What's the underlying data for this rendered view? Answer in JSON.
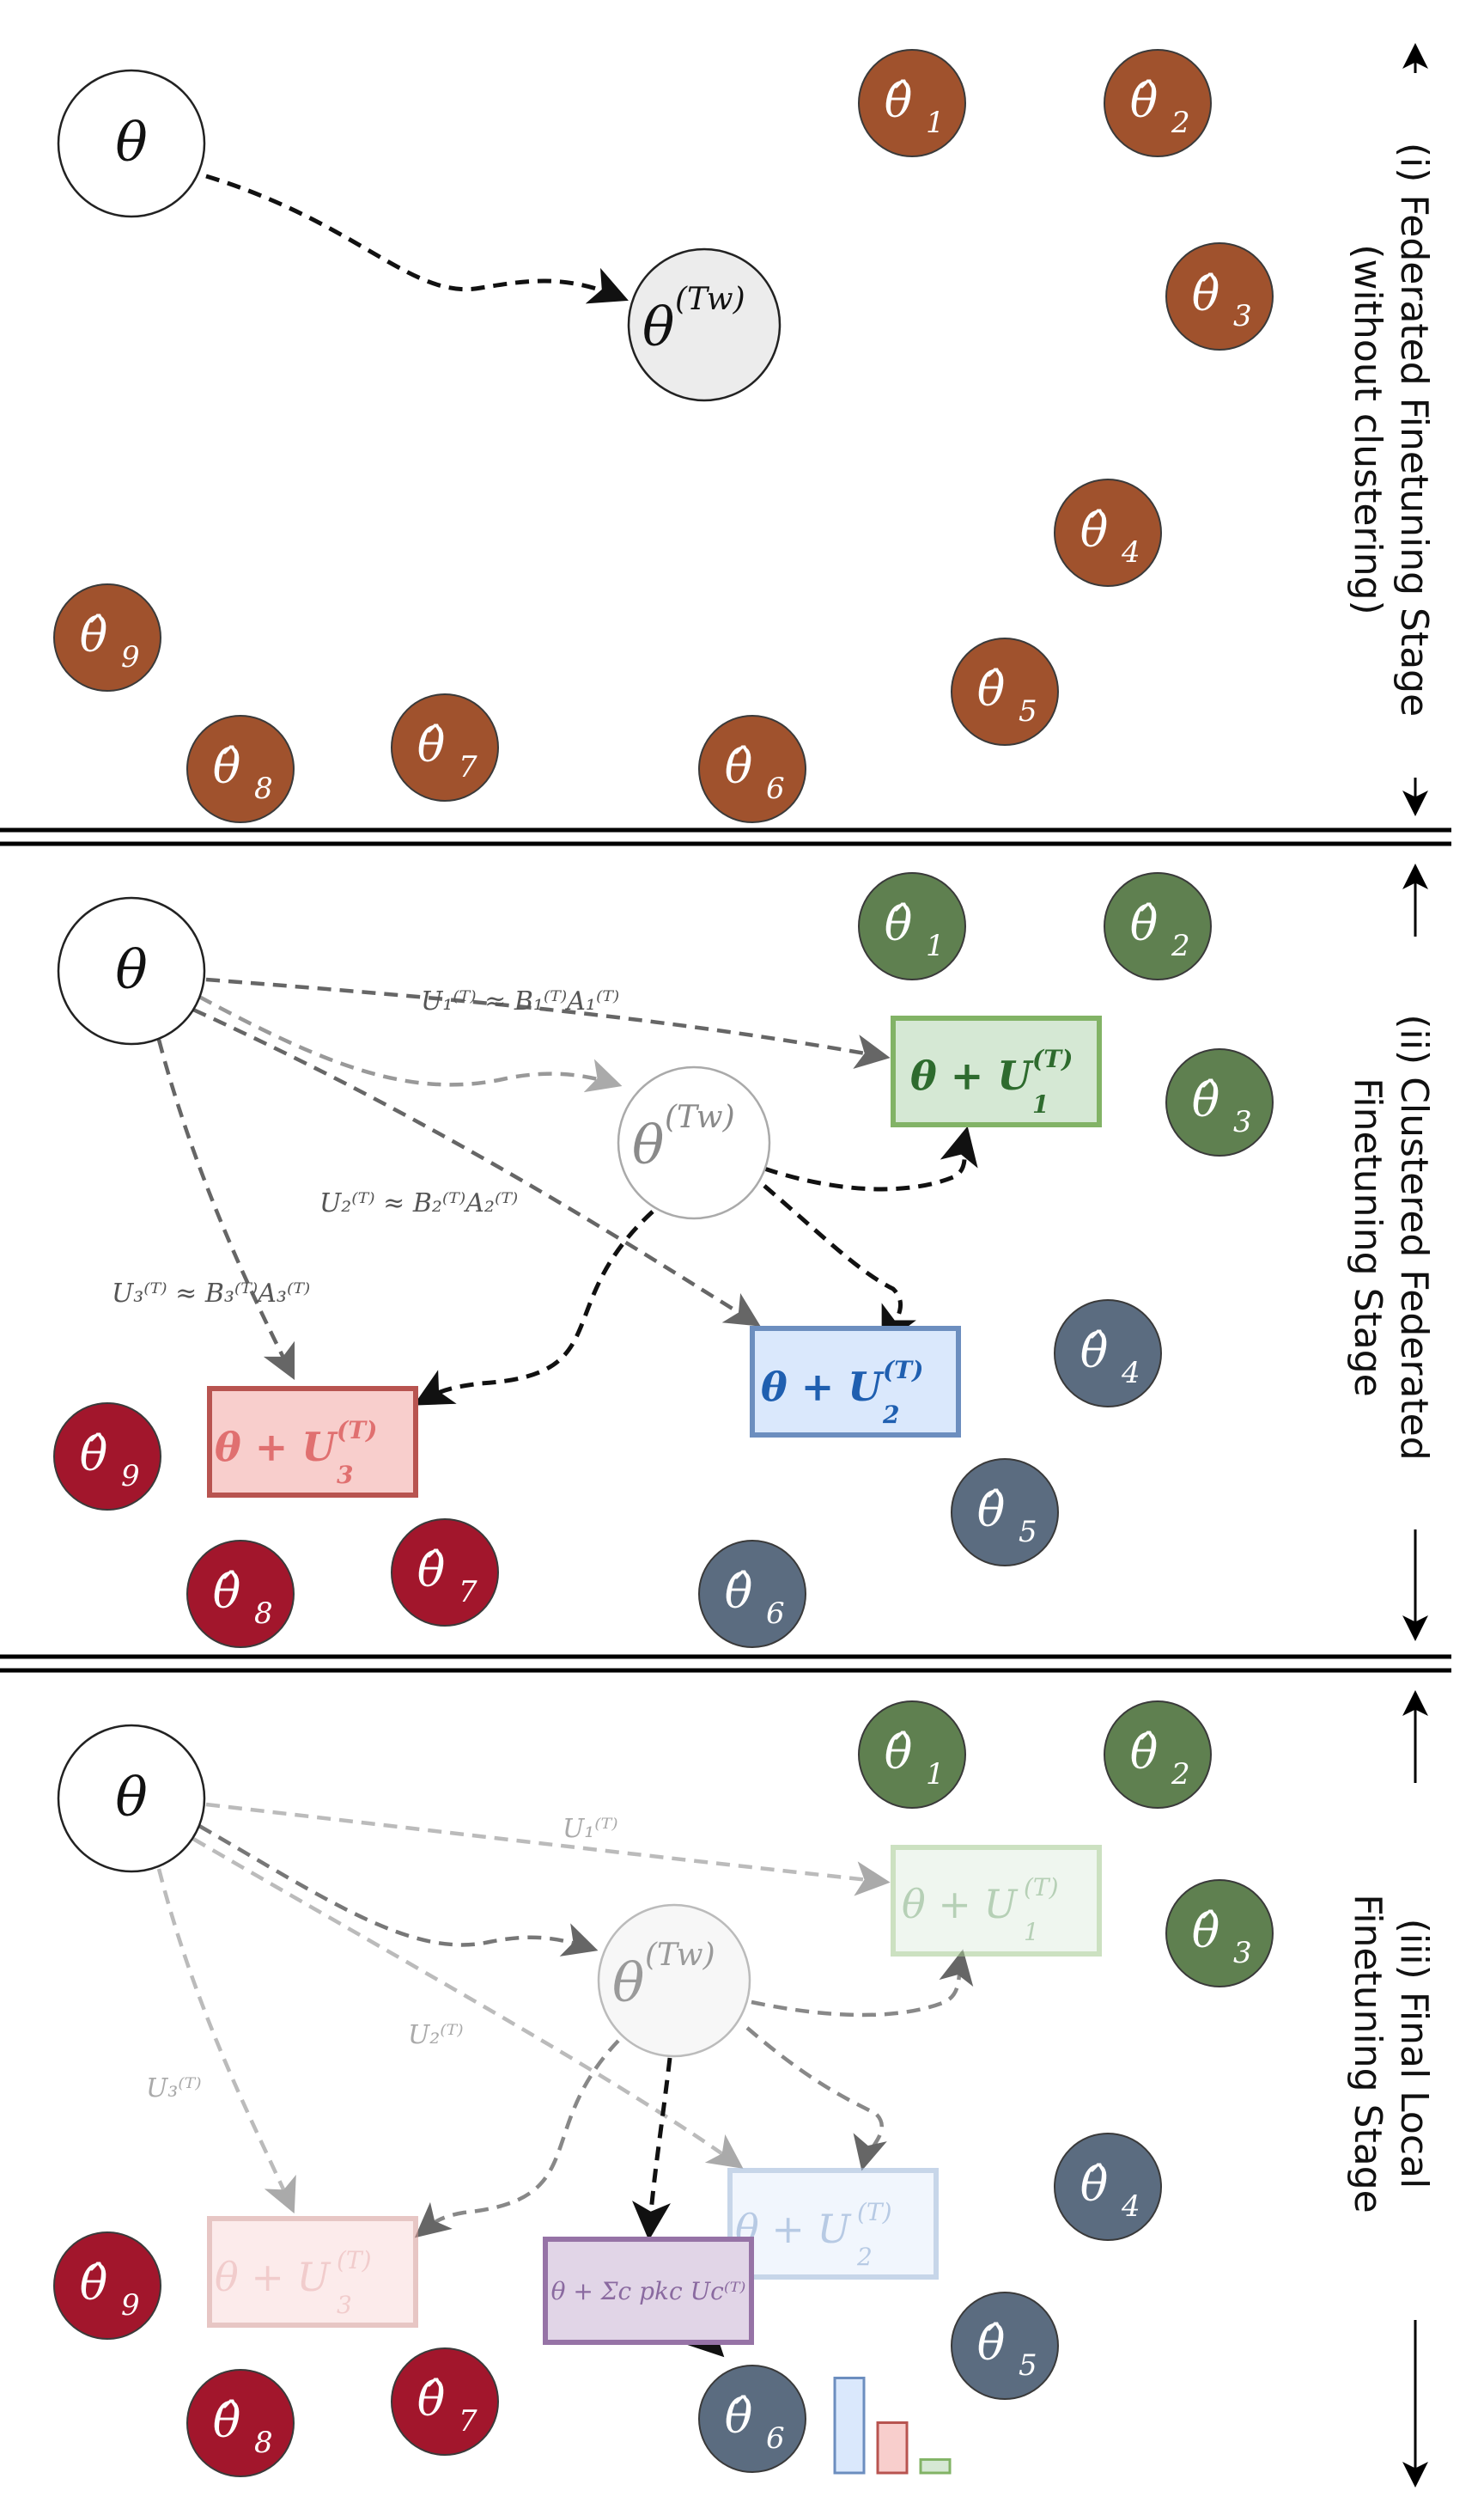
{
  "colors": {
    "brown": "#a0522d",
    "green": "#5f8050",
    "slate": "#5b6c80",
    "crimson": "#a2162c",
    "base_fill": "#ffffff",
    "tw_fill": "#ececec",
    "box_green_fill": "#d5e8d4",
    "box_green_stroke": "#82b366",
    "box_blue_fill": "#dae8fc",
    "box_blue_stroke": "#6c8ebf",
    "box_red_fill": "#f8cecc",
    "box_red_stroke": "#b85450",
    "box_purple_fill": "#e1d5e7",
    "box_purple_stroke": "#9673a6"
  },
  "symbols": {
    "theta": "θ",
    "theta_tw": "θ",
    "theta_tw_sup": "(Tw)",
    "client_prefix": "θ̂"
  },
  "stages": [
    {
      "label_line1": "(i) Federated Finetuning Stage",
      "label_line2": "(without clustering)",
      "clients": [
        "1",
        "2",
        "3",
        "4",
        "5",
        "6",
        "7",
        "8",
        "9"
      ]
    },
    {
      "label_line1": "(ii) Clustered Federated",
      "label_line2": "Finetuning Stage",
      "clients": [
        "1",
        "2",
        "3",
        "4",
        "5",
        "6",
        "7",
        "8",
        "9"
      ],
      "boxes": [
        {
          "prefix": "θ + U",
          "sub": "1",
          "sup": "(T)"
        },
        {
          "prefix": "θ + U",
          "sub": "2",
          "sup": "(T)"
        },
        {
          "prefix": "θ + U",
          "sub": "3",
          "sup": "(T)"
        }
      ],
      "annotations": [
        {
          "text": "U₁⁽ᵀ⁾ ≈ B₁⁽ᵀ⁾A₁⁽ᵀ⁾"
        },
        {
          "text": "U₂⁽ᵀ⁾ ≈ B₂⁽ᵀ⁾A₂⁽ᵀ⁾"
        },
        {
          "text": "U₃⁽ᵀ⁾ ≈ B₃⁽ᵀ⁾A₃⁽ᵀ⁾"
        }
      ]
    },
    {
      "label_line1": "(iii) Final Local",
      "label_line2": "Finetuning Stage",
      "clients": [
        "1",
        "2",
        "3",
        "4",
        "5",
        "6",
        "7",
        "8",
        "9"
      ],
      "boxes": [
        {
          "prefix": "θ + U",
          "sub": "1",
          "sup": "(T)"
        },
        {
          "prefix": "θ + U",
          "sub": "2",
          "sup": "(T)"
        },
        {
          "prefix": "θ + U",
          "sub": "3",
          "sup": "(T)"
        }
      ],
      "annotations": [
        {
          "text": "U₁⁽ᵀ⁾"
        },
        {
          "text": "U₂⁽ᵀ⁾"
        },
        {
          "text": "U₃⁽ᵀ⁾"
        }
      ],
      "mixture": {
        "text": "θ + Σc pkc Uc⁽ᵀ⁾"
      },
      "weights": [
        0.85,
        0.45,
        0.12
      ]
    }
  ]
}
